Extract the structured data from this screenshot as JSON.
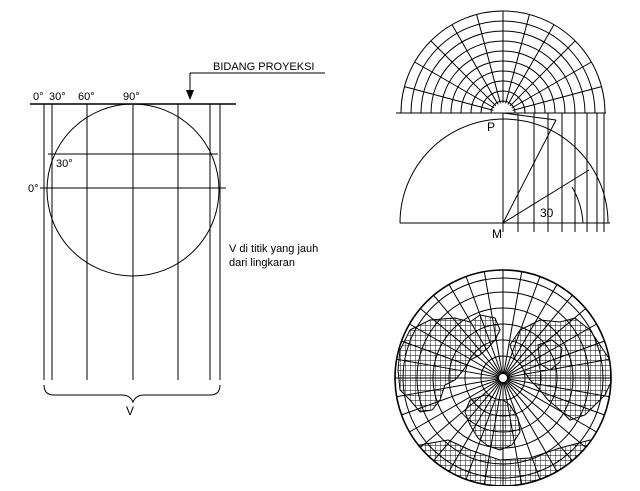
{
  "left_diagram": {
    "projection_plane_label": "BIDANG PROYEKSI",
    "top_labels": [
      "0°",
      "30°",
      "60°",
      "90°"
    ],
    "latitude_30_label": "30°",
    "equator_label": "0°",
    "bottom_label": "V",
    "note_line1": "V di titik yang jauh",
    "note_line2": "dari lingkaran"
  },
  "right_top_diagram": {
    "point_p_label": "P",
    "point_m_label": "M",
    "angle_label": "30"
  },
  "colors": {
    "ink": "#000000",
    "background": "#ffffff"
  }
}
